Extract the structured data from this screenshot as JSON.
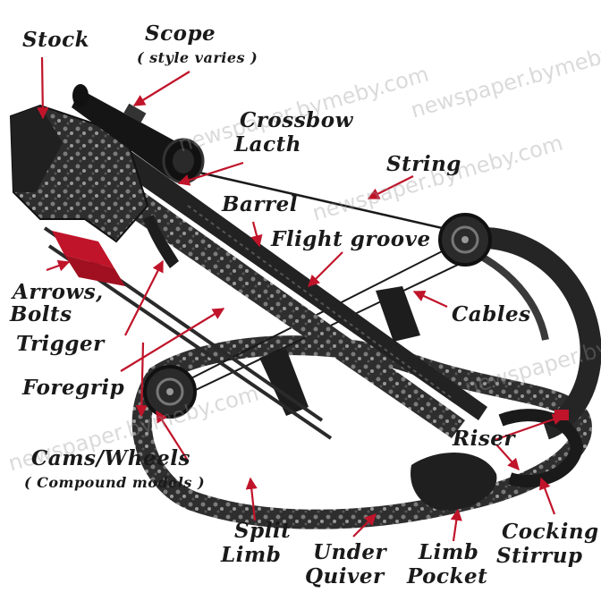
{
  "labels": {
    "stock": "Stock",
    "scope": "Scope",
    "scope_note": "( style varies )",
    "crossbow_latch_1": "Crossbow",
    "crossbow_latch_2": "Lacth",
    "string": "String",
    "barrel": "Barrel",
    "flight_groove": "Flight groove",
    "arrows_1": "Arrows,",
    "arrows_2": "Bolts",
    "trigger": "Trigger",
    "cables": "Cables",
    "foregrip": "Foregrip",
    "riser": "Riser",
    "cams": "Cams/Wheels",
    "cams_note": "( Compound models )",
    "split_limb_1": "Split",
    "split_limb_2": "Limb",
    "under_quiver_1": "Under",
    "under_quiver_2": "Quiver",
    "limb_pocket_1": "Limb",
    "limb_pocket_2": "Pocket",
    "cocking_stirrup_1": "Cocking",
    "cocking_stirrup_2": "Stirrup"
  },
  "watermarks": [
    "newspaper.bymeby.com",
    "newspaper.bymeby.com",
    "newspaper.bymeby.com",
    "newspaper.bymeby.com",
    "newspaper.bymeby.com"
  ],
  "colors": {
    "arrow": "#c0142a",
    "body": "#2b2b2b",
    "camo": "#6b6b6b"
  }
}
